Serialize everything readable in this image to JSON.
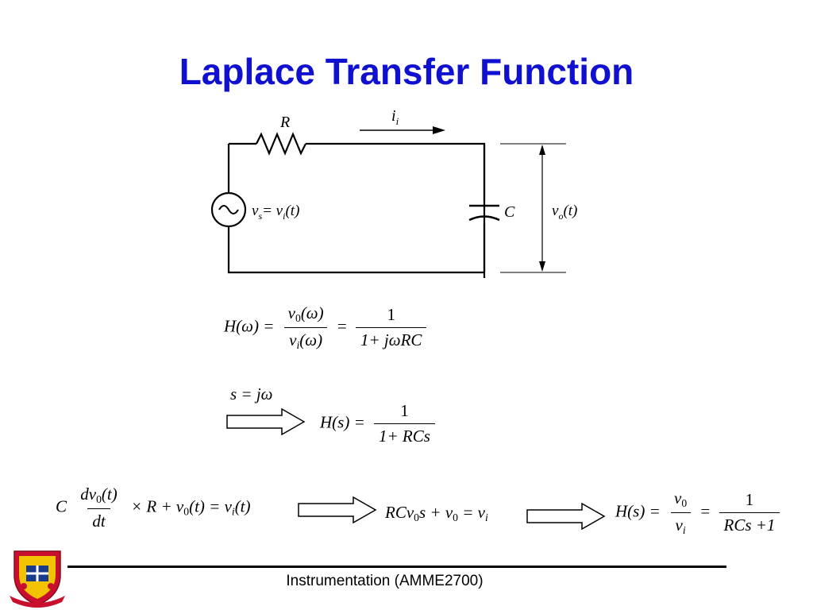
{
  "slide": {
    "title": "Laplace Transfer Function",
    "footer": "Instrumentation (AMME2700)",
    "title_color": "#1010d0"
  },
  "circuit": {
    "resistor_label": "R",
    "current_label": "i",
    "current_sub": "i",
    "source_label": "v",
    "source_sub": "s",
    "source_eq": "= v",
    "source_eq_sub": "i",
    "source_arg": "(t)",
    "capacitor_label": "C",
    "output_label": "v",
    "output_sub": "o",
    "output_arg": "(t)"
  },
  "equations": {
    "eq1": {
      "lhs": "H(ω) =",
      "num1": "v",
      "num1_sub": "0",
      "num1_arg": "(ω)",
      "den1": "v",
      "den1_sub": "i",
      "den1_arg": "(ω)",
      "eq": "=",
      "num2": "1",
      "den2": "1+ jωRC"
    },
    "eq2": {
      "substitution": "s = jω",
      "lhs": "H(s) =",
      "num": "1",
      "den": "1+ RCs"
    },
    "eq3": {
      "c": "C",
      "num": "dv",
      "num_sub": "0",
      "num_arg": "(t)",
      "den": "dt",
      "rest": "× R + v",
      "rest_sub": "0",
      "rest2": "(t) = v",
      "rest2_sub": "i",
      "rest3": "(t)"
    },
    "eq4": {
      "a": "RCv",
      "a_sub": "0",
      "b": "s + v",
      "b_sub": "0",
      "c": "= v",
      "c_sub": "i"
    },
    "eq5": {
      "lhs": "H(s) =",
      "num1": "v",
      "num1_sub": "0",
      "den1": "v",
      "den1_sub": "i",
      "eq": "=",
      "num2": "1",
      "den2": "RCs +1"
    }
  },
  "logo": {
    "icon": "university-crest-icon"
  }
}
